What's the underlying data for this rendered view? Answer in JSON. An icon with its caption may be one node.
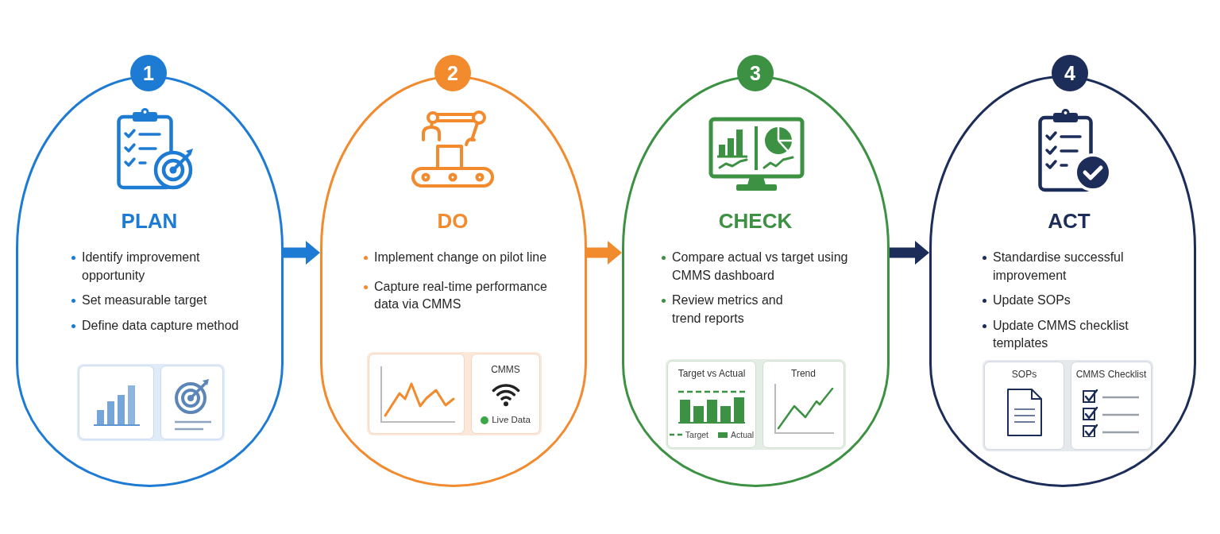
{
  "diagram": {
    "nodes": [
      {
        "text": [
          "1"
        ]
      },
      {
        "text": [
          "PLAN",
          "Identify improvement opportunity",
          "Set measurable target",
          "Define data capture method"
        ]
      },
      {
        "text": [],
        "shape": "box",
        "in": 1
      },
      {
        "text": [],
        "shape": "box",
        "in": 1
      },
      {
        "text": [
          "2"
        ]
      },
      {
        "text": [
          "DO",
          "Implement change on pilot line",
          "Capture real-time performance data via CMMS"
        ]
      },
      {
        "text": [],
        "shape": "box",
        "in": 5
      },
      {
        "text": [
          "CMMS",
          "Live Data"
        ],
        "in": 5
      },
      {
        "text": [
          "3"
        ]
      },
      {
        "text": [
          "CHECK",
          "Compare actual vs target using CMMS dashboard",
          "Review metrics and trend reports"
        ]
      },
      {
        "text": [
          "Target vs Actual",
          "Target",
          "Actual"
        ],
        "in": 9
      },
      {
        "text": [
          "Trend"
        ],
        "in": 9
      },
      {
        "text": [
          "4"
        ]
      },
      {
        "text": [
          "ACT",
          "Standardise successful improvement",
          "Update SOPs",
          "Update CMMS checklist templates"
        ]
      },
      {
        "text": [
          "SOPs"
        ],
        "in": 13
      },
      {
        "text": [
          "CMMS Checklist"
        ],
        "in": 13
      }
    ],
    "edges": [
      {
        "from": 1,
        "to": 5,
        "arrow": "to",
        "color": "#1e7bd4"
      },
      {
        "from": 5,
        "to": 9,
        "arrow": "to",
        "color": "#f28a2e"
      },
      {
        "from": 9,
        "to": 13,
        "arrow": "to",
        "color": "#1c2d5a"
      }
    ]
  }
}
